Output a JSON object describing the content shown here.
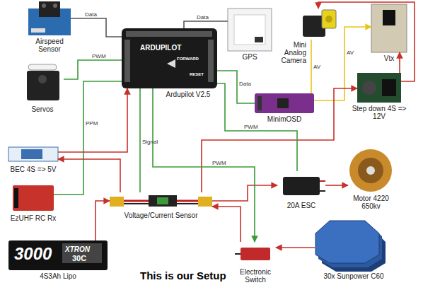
{
  "diagram": {
    "caption": "This is our Setup",
    "nodes": [
      {
        "text": [
          "Airspeed Sensor"
        ]
      },
      {
        "text": [
          "Servos"
        ]
      },
      {
        "text": [
          "Ardupilot V2.5"
        ]
      },
      {
        "text": [
          "GPS"
        ]
      },
      {
        "text": [
          "Mini Analog Camera"
        ]
      },
      {
        "text": [
          "Vtx"
        ]
      },
      {
        "text": [
          "MinimOSD"
        ]
      },
      {
        "text": [
          "Step down 4S => 12V"
        ]
      },
      {
        "text": [
          "BEC 4S => 5V"
        ]
      },
      {
        "text": [
          "EzUHF RC Rx"
        ]
      },
      {
        "text": [
          "Voltage/Current Sensor"
        ]
      },
      {
        "text": [
          "20A ESC"
        ]
      },
      {
        "text": [
          "Motor 4220 650kv"
        ]
      },
      {
        "text": [
          "4S3Ah Lipo"
        ]
      },
      {
        "text": [
          "Electronic Switch"
        ]
      },
      {
        "text": [
          "30x Sunpower C60"
        ]
      }
    ],
    "edges": [
      {
        "from": 0,
        "to": 2,
        "label": "Data",
        "arrow": "none"
      },
      {
        "from": 2,
        "to": 1,
        "label": "PWM",
        "arrow": "none"
      },
      {
        "from": 3,
        "to": 2,
        "label": "Data",
        "arrow": "none"
      },
      {
        "from": 4,
        "to": 6,
        "label": "AV",
        "arrow": "none"
      },
      {
        "from": 6,
        "to": 5,
        "label": "AV",
        "arrow": "to"
      },
      {
        "from": 7,
        "to": 5,
        "arrow": "to"
      },
      {
        "from": 7,
        "to": 4,
        "arrow": "to"
      },
      {
        "from": 2,
        "to": 6,
        "label": "Data",
        "arrow": "none"
      },
      {
        "from": 9,
        "to": 2,
        "label": "PPM",
        "arrow": "none"
      },
      {
        "from": 8,
        "to": 2,
        "arrow": "to"
      },
      {
        "from": 10,
        "to": 2,
        "label": "Signal",
        "arrow": "none"
      },
      {
        "from": 13,
        "to": 10,
        "arrow": "to"
      },
      {
        "from": 10,
        "to": 8,
        "arrow": "to"
      },
      {
        "from": 10,
        "to": 7,
        "arrow": "to"
      },
      {
        "from": 10,
        "to": 11,
        "arrow": "to"
      },
      {
        "from": 11,
        "to": 12,
        "arrow": "to"
      },
      {
        "from": 2,
        "to": 11,
        "label": "PWM",
        "arrow": "none"
      },
      {
        "from": 2,
        "to": 14,
        "label": "PWM",
        "arrow": "to"
      },
      {
        "from": 15,
        "to": 14,
        "arrow": "to"
      },
      {
        "from": 14,
        "to": 10,
        "arrow": "to"
      }
    ],
    "labels": [
      "ARDUPILOT",
      "FORWARD",
      "RESET",
      "3000",
      "XTRON",
      "30C"
    ]
  }
}
